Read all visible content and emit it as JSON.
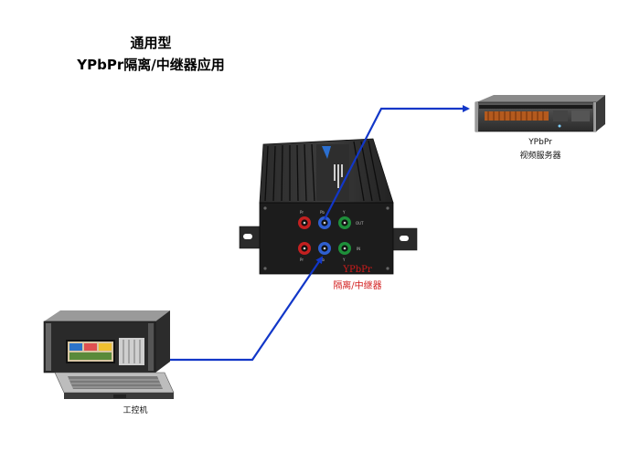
{
  "title": {
    "line1": "通用型",
    "line2": "YPbPr隔离/中继器应用"
  },
  "labels": {
    "server_model": "YPbPr",
    "server_name": "视频服务器",
    "device_model": "YPbPr",
    "device_name": "隔离/中继器",
    "pc_name": "工控机",
    "port_out": "OUT",
    "port_in": "IN",
    "port_pb": "Pb",
    "port_pr": "Pr",
    "port_y": "Y"
  },
  "colors": {
    "line": "#1237c8",
    "label_red": "#d21b1b",
    "device_body": "#1c1c1c"
  }
}
